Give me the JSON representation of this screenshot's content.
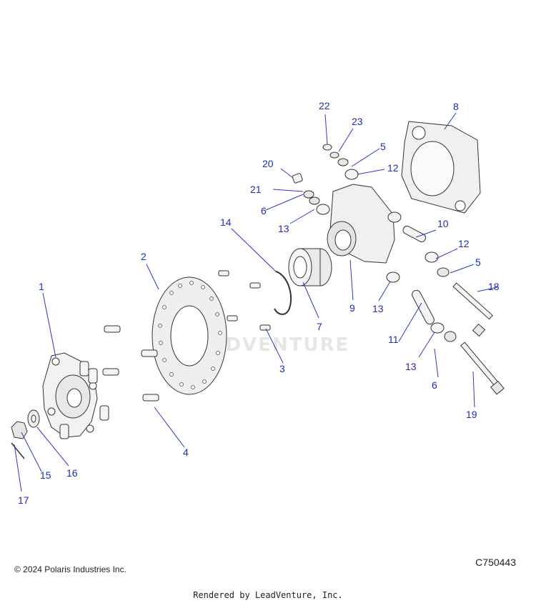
{
  "watermark": "LEADVENTURE",
  "callouts": [
    {
      "id": "c1",
      "text": "1"
    },
    {
      "id": "c2",
      "text": "2"
    },
    {
      "id": "c3",
      "text": "3"
    },
    {
      "id": "c4",
      "text": "4"
    },
    {
      "id": "c5a",
      "text": "5"
    },
    {
      "id": "c5b",
      "text": "5"
    },
    {
      "id": "c6a",
      "text": "6"
    },
    {
      "id": "c6b",
      "text": "6"
    },
    {
      "id": "c7",
      "text": "7"
    },
    {
      "id": "c8",
      "text": "8"
    },
    {
      "id": "c9",
      "text": "9"
    },
    {
      "id": "c10",
      "text": "10"
    },
    {
      "id": "c11",
      "text": "11"
    },
    {
      "id": "c12a",
      "text": "12"
    },
    {
      "id": "c12b",
      "text": "12"
    },
    {
      "id": "c13a",
      "text": "13"
    },
    {
      "id": "c13b",
      "text": "13"
    },
    {
      "id": "c13c",
      "text": "13"
    },
    {
      "id": "c14",
      "text": "14"
    },
    {
      "id": "c15",
      "text": "15"
    },
    {
      "id": "c16",
      "text": "16"
    },
    {
      "id": "c17",
      "text": "17"
    },
    {
      "id": "c18",
      "text": "18"
    },
    {
      "id": "c19",
      "text": "19"
    },
    {
      "id": "c20",
      "text": "20"
    },
    {
      "id": "c21",
      "text": "21"
    },
    {
      "id": "c22",
      "text": "22"
    },
    {
      "id": "c23",
      "text": "23"
    }
  ],
  "footer": {
    "copyright": "© 2024 Polaris Industries Inc.",
    "drawing_id": "C750443",
    "rendered_by": "Rendered by LeadVenture, Inc."
  }
}
